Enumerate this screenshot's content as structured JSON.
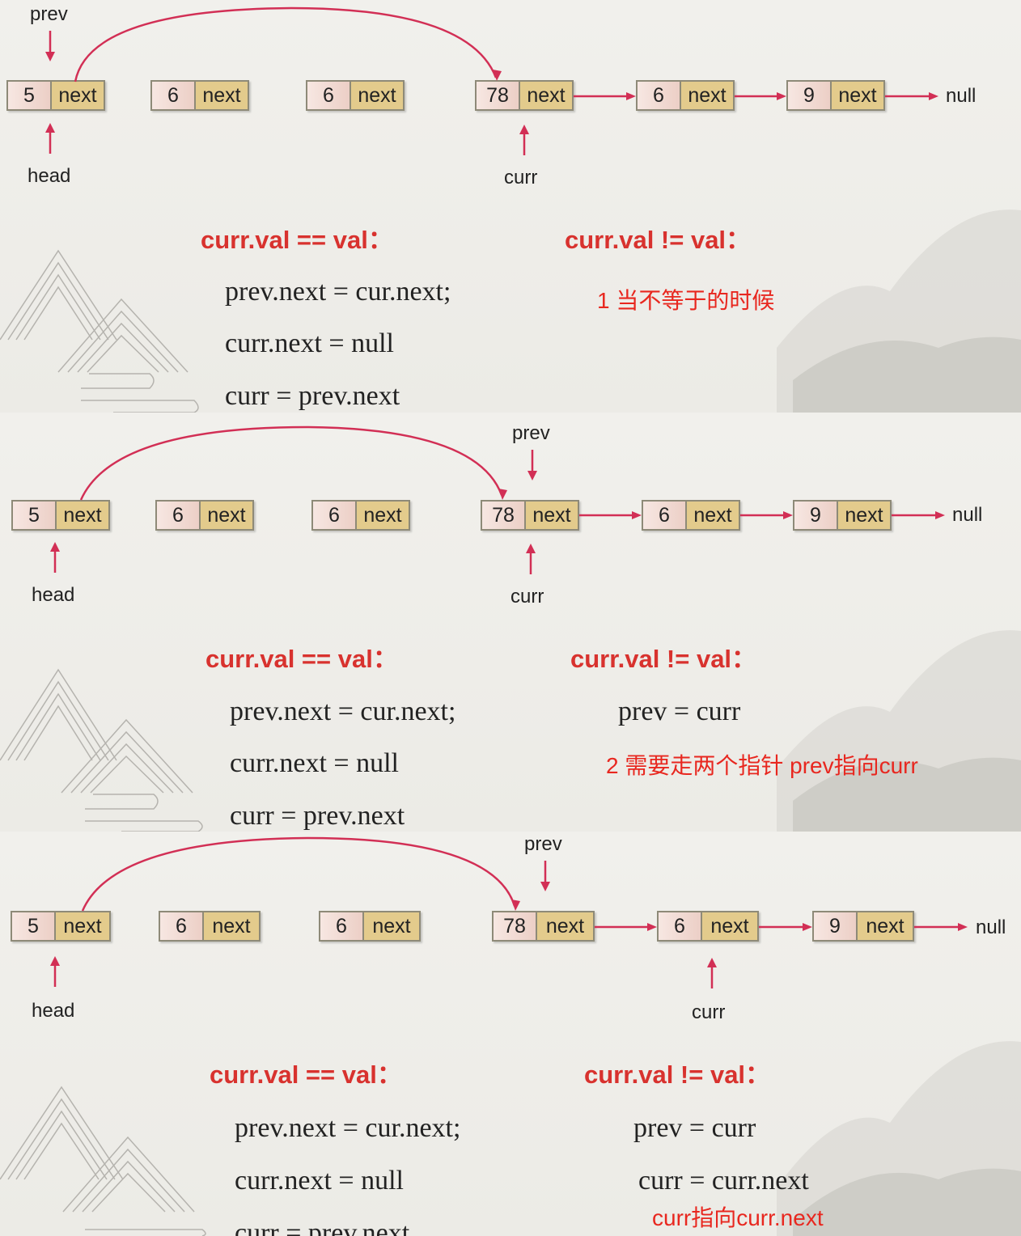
{
  "colors": {
    "arrow": "#d22f55",
    "condition": "#d8322e",
    "note": "#e8271f",
    "node_value_bg": "#eccfc6",
    "node_next_bg": "#e3cb8c"
  },
  "labels": {
    "prev": "prev",
    "head": "head",
    "curr": "curr",
    "null": "null",
    "next": "next"
  },
  "list_values": [
    "5",
    "6",
    "6",
    "78",
    "6",
    "9"
  ],
  "panels": [
    {
      "condition_equal": "curr.val == val：",
      "condition_not_equal": "curr.val != val：",
      "code_equal": [
        "prev.next = cur.next;",
        "curr.next = null",
        "curr = prev.next"
      ],
      "code_not_equal": [],
      "note": "1 当不等于的时候"
    },
    {
      "condition_equal": "curr.val == val：",
      "condition_not_equal": "curr.val != val：",
      "code_equal": [
        "prev.next = cur.next;",
        "curr.next = null",
        "curr = prev.next"
      ],
      "code_not_equal": [
        "prev = curr"
      ],
      "note": "2 需要走两个指针 prev指向curr"
    },
    {
      "condition_equal": "curr.val == val：",
      "condition_not_equal": "curr.val != val：",
      "code_equal": [
        "prev.next = cur.next;",
        "curr.next = null",
        "curr = prev.next"
      ],
      "code_not_equal": [
        "prev = curr",
        "curr = curr.next"
      ],
      "note": "curr指向curr.next"
    }
  ]
}
